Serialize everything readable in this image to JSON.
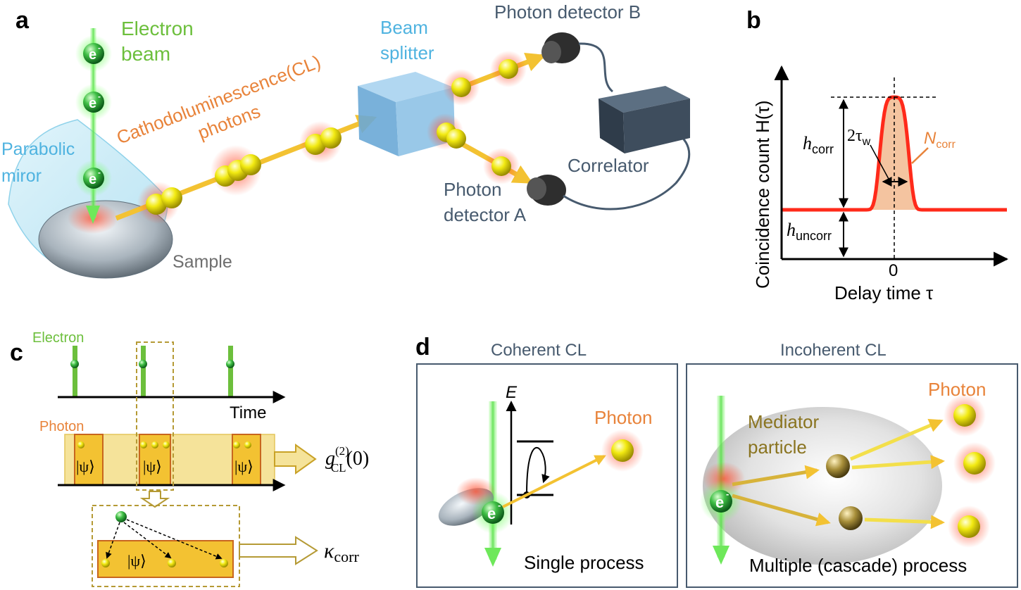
{
  "colors": {
    "green": "#6cbf3c",
    "orange": "#e8833a",
    "sky": "#4fb3e0",
    "gray": "#6e6e6e",
    "slate": "#475a6e",
    "red": "#ff2a1a",
    "olive": "#8a7420",
    "yellow": "#f6ef21",
    "gold": "#f3c232"
  },
  "panel_a": {
    "label": "a",
    "electron_beam": [
      "Electron",
      "beam"
    ],
    "cl_photons": [
      "Cathodoluminescence(CL)",
      "photons"
    ],
    "beam_splitter": [
      "Beam",
      "splitter"
    ],
    "detector_b": "Photon detector B",
    "detector_a": [
      "Photon",
      "detector A"
    ],
    "correlator": "Correlator",
    "parabolic_mirror": [
      "Parabolic",
      "miror"
    ],
    "sample": "Sample",
    "electron_symbol": "e",
    "electron_charge": "-"
  },
  "panel_b": {
    "label": "b",
    "ylabel": "Coincidence count H(τ)",
    "xlabel": "Delay time τ",
    "x_tick_zero": "0",
    "h_corr": "h",
    "h_corr_sub": "corr",
    "h_uncorr": "h",
    "h_uncorr_sub": "uncorr",
    "width_label": "2τ",
    "width_sub": "w",
    "n_corr": "N",
    "n_corr_sub": "corr"
  },
  "panel_c": {
    "label": "c",
    "electron": "Electron",
    "time": "Time",
    "photon": "Photon",
    "psi": "|ψ⟩",
    "g2_main": "g",
    "g2_sup": "(2)",
    "g2_sub": "CL",
    "g2_arg": "(0)",
    "kappa": "κ",
    "kappa_sub": "corr"
  },
  "panel_d": {
    "label": "d",
    "coherent_title": "Coherent CL",
    "incoherent_title": "Incoherent CL",
    "energy_axis": "E",
    "photon_left": "Photon",
    "photon_right": "Photon",
    "mediator": [
      "Mediator",
      "particle"
    ],
    "single_process": "Single process",
    "multiple_process": "Multiple (cascade) process",
    "electron_symbol": "e",
    "electron_charge": "-"
  }
}
